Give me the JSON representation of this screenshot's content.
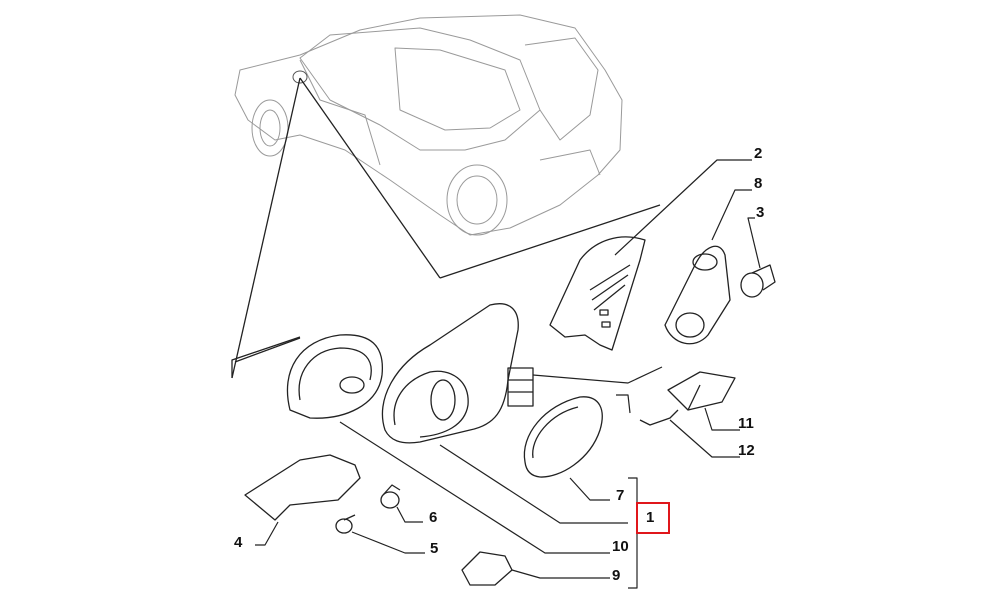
{
  "diagram": {
    "title": "Exterior mirror exploded parts diagram",
    "highlight_color": "#e0161b",
    "line_color": "#222222",
    "part_labels": {
      "p1": "1",
      "p2": "2",
      "p3": "3",
      "p4": "4",
      "p5": "5",
      "p6": "6",
      "p7": "7",
      "p8": "8",
      "p9": "9",
      "p10": "10",
      "p11": "11",
      "p12": "12"
    },
    "highlighted_part": "1"
  }
}
